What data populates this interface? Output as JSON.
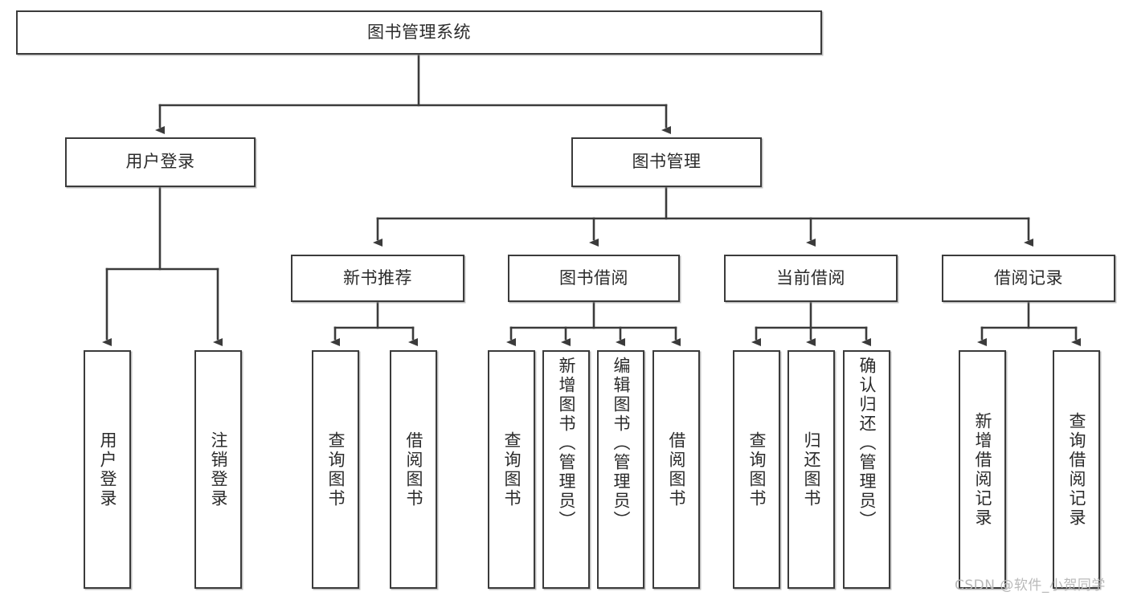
{
  "diagram": {
    "title": "图书管理系统",
    "root": {
      "label": "图书管理系统"
    },
    "level2": [
      {
        "label": "用户登录"
      },
      {
        "label": "图书管理"
      }
    ],
    "level3": [
      {
        "label": "新书推荐"
      },
      {
        "label": "图书借阅"
      },
      {
        "label": "当前借阅"
      },
      {
        "label": "借阅记录"
      }
    ],
    "leaves": [
      {
        "label": "用户登录",
        "parent": "用户登录"
      },
      {
        "label": "注销登录",
        "parent": "用户登录"
      },
      {
        "label": "查询图书",
        "parent": "新书推荐"
      },
      {
        "label": "借阅图书",
        "parent": "新书推荐"
      },
      {
        "label": "查询图书",
        "parent": "图书借阅"
      },
      {
        "label": "新增图书（管理员）",
        "parent": "图书借阅"
      },
      {
        "label": "编辑图书（管理员）",
        "parent": "图书借阅"
      },
      {
        "label": "借阅图书",
        "parent": "图书借阅"
      },
      {
        "label": "查询图书",
        "parent": "当前借阅"
      },
      {
        "label": "归还图书",
        "parent": "当前借阅"
      },
      {
        "label": "确认归还（管理员）",
        "parent": "当前借阅"
      },
      {
        "label": "新增借阅记录",
        "parent": "借阅记录"
      },
      {
        "label": "查询借阅记录",
        "parent": "借阅记录"
      }
    ],
    "watermark": "CSDN @软件_小贺同学",
    "colors": {
      "stroke": "#3b3b3b",
      "text": "#2b2b2b",
      "background": "#ffffff",
      "watermark": "#b9b9b9"
    }
  }
}
